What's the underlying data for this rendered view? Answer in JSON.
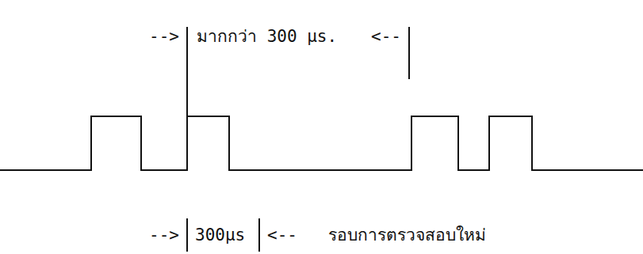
{
  "diagram": {
    "labels": [
      "-->",
      "มากกว่า 300 µs.",
      "<--",
      "-->",
      "300µs",
      "<--",
      "รอบการตรวจสอบใหม่"
    ]
  }
}
